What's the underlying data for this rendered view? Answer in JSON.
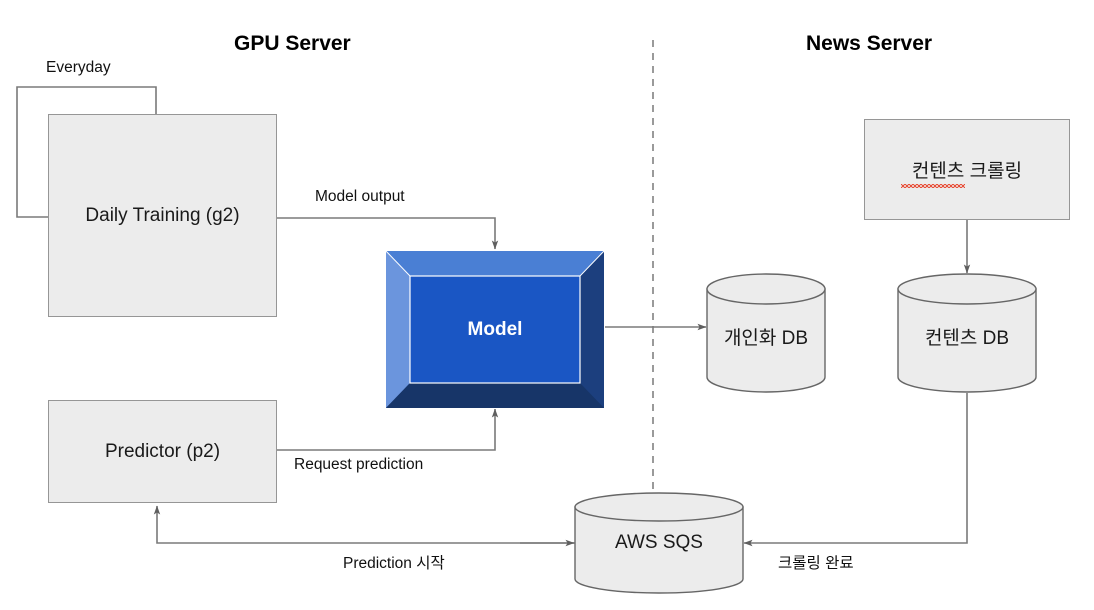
{
  "diagram": {
    "type": "architecture-flow",
    "sections": [
      {
        "id": "gpu-server",
        "title": "GPU Server"
      },
      {
        "id": "news-server",
        "title": "News Server"
      }
    ],
    "divider": {
      "style": "dashed",
      "orientation": "vertical",
      "color": "#9a9a9a"
    },
    "nodes": [
      {
        "id": "daily-training",
        "label": "Daily Training (g2)",
        "shape": "rectangle",
        "fill": "#ececec",
        "stroke": "#969696"
      },
      {
        "id": "predictor",
        "label": "Predictor (p2)",
        "shape": "rectangle",
        "fill": "#ececec",
        "stroke": "#969696"
      },
      {
        "id": "model",
        "label": "Model",
        "shape": "cube-3d",
        "fill": "#1a56c4",
        "stroke": "#ffffff"
      },
      {
        "id": "personalization-db",
        "label": "개인화 DB",
        "shape": "cylinder",
        "fill": "#ececec",
        "stroke": "#666666"
      },
      {
        "id": "content-db",
        "label": "컨텐츠 DB",
        "shape": "cylinder",
        "fill": "#ececec",
        "stroke": "#666666"
      },
      {
        "id": "content-crawling",
        "label": "컨텐츠 크롤링",
        "shape": "rectangle",
        "fill": "#ececec",
        "stroke": "#969696",
        "spellcheck_underline": true
      },
      {
        "id": "aws-sqs",
        "label": "AWS SQS",
        "shape": "cylinder",
        "fill": "#ececec",
        "stroke": "#666666"
      }
    ],
    "edges": [
      {
        "id": "everyday-loop",
        "label": "Everyday",
        "from": "daily-training",
        "to": "daily-training"
      },
      {
        "id": "model-output",
        "label": "Model output",
        "from": "daily-training",
        "to": "model"
      },
      {
        "id": "request-prediction",
        "label": "Request prediction",
        "from": "predictor",
        "to": "model"
      },
      {
        "id": "model-to-personalization",
        "label": "",
        "from": "model",
        "to": "personalization-db"
      },
      {
        "id": "crawling-to-content-db",
        "label": "",
        "from": "content-crawling",
        "to": "content-db"
      },
      {
        "id": "crawling-complete",
        "label": "크롤링 완료",
        "from": "content-db",
        "to": "aws-sqs"
      },
      {
        "id": "prediction-start",
        "label": "Prediction 시작",
        "from": "aws-sqs",
        "to": "predictor"
      }
    ],
    "colors": {
      "box_fill": "#ececec",
      "box_stroke": "#969696",
      "cylinder_stroke": "#666666",
      "edge_stroke": "#7a7a7a",
      "model_face": "#1a56c4",
      "model_bevel_light": "#6b95dd",
      "model_bevel_top": "#4a7fd4",
      "model_bevel_dark": "#1c3f7e",
      "spellcheck": "#e8503a",
      "text": "#1a1a1a"
    }
  }
}
